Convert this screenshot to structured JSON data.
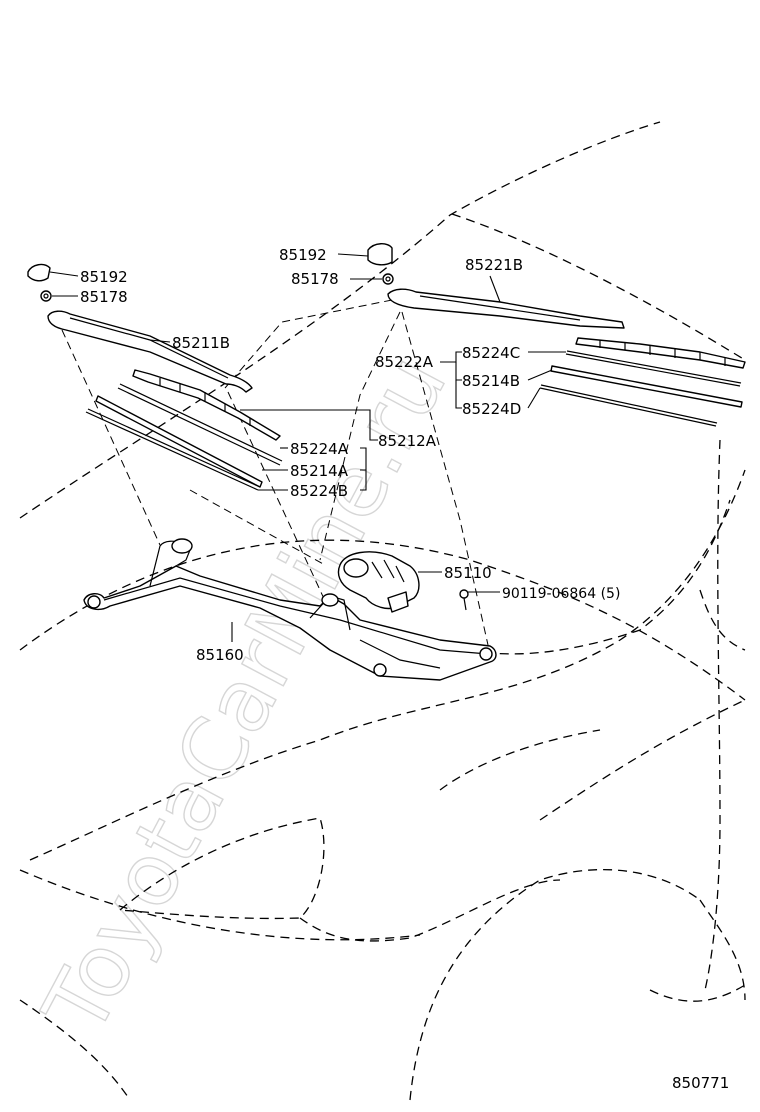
{
  "watermark": "ToyotaCarMine.ru",
  "diagram_id": "850771",
  "labels": {
    "p85192_left": "85192",
    "p85178_left": "85178",
    "p85211B": "85211B",
    "p85224A": "85224A",
    "p85214A": "85214A",
    "p85224B": "85224B",
    "p85212A": "85212A",
    "p85192_right": "85192",
    "p85178_right": "85178",
    "p85221B": "85221B",
    "p85222A": "85222A",
    "p85224C": "85224C",
    "p85214B": "85214B",
    "p85224D": "85224D",
    "p85110": "85110",
    "p90119": "90119-06864 (5)",
    "p85160": "85160"
  }
}
